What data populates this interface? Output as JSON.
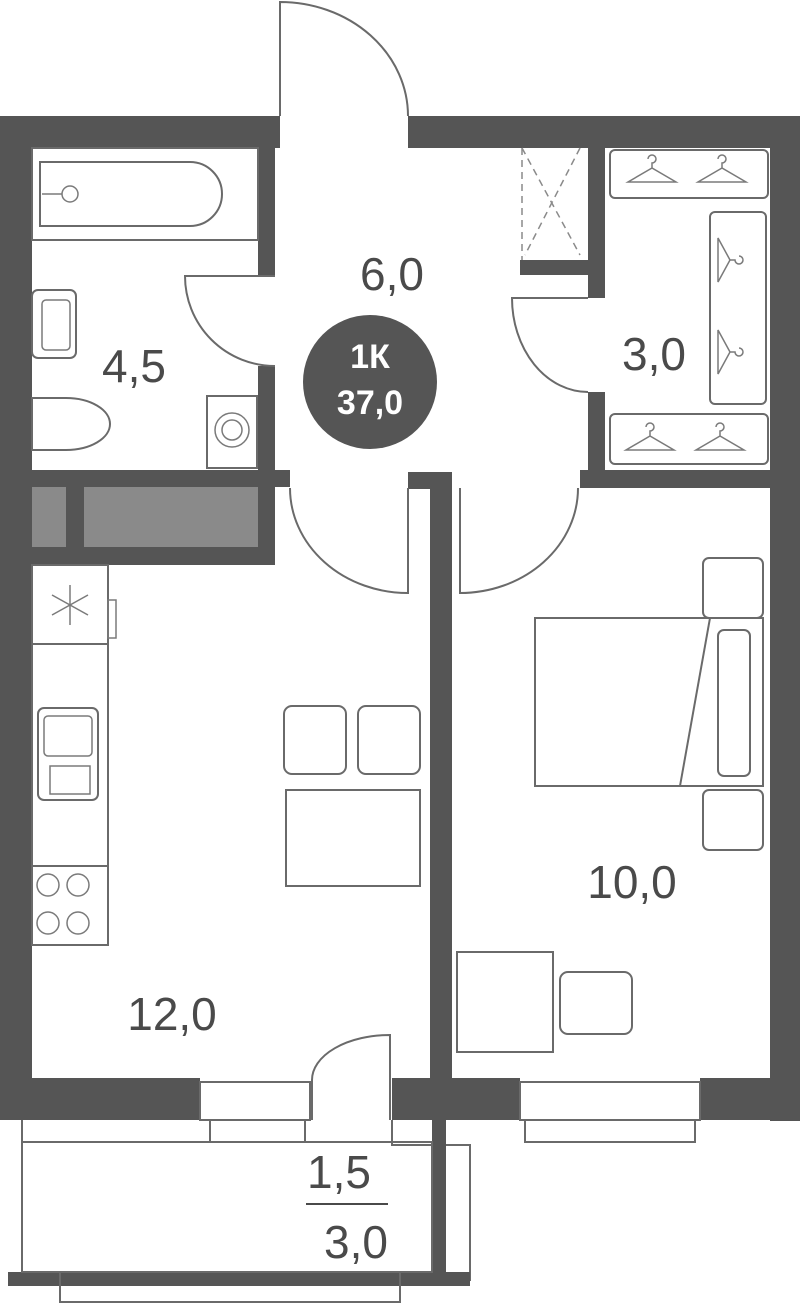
{
  "apartment": {
    "type": "1К",
    "total_area": "37,0"
  },
  "rooms": {
    "hallway": "6,0",
    "bathroom": "4,5",
    "wardrobe": "3,0",
    "kitchen_living": "12,0",
    "bedroom": "10,0",
    "balcony_area": "1,5",
    "balcony_total": "3,0"
  },
  "colors": {
    "wall": "#555555",
    "badge": "#555555",
    "label": "#4a4a4a"
  },
  "icons": [
    "bathtub-icon",
    "sink-icon",
    "toilet-icon",
    "washing-machine-icon",
    "hanger-icon",
    "freezer-snowflake-icon",
    "stove-icon",
    "bed-icon",
    "chair-icon",
    "table-icon",
    "door-icon"
  ]
}
